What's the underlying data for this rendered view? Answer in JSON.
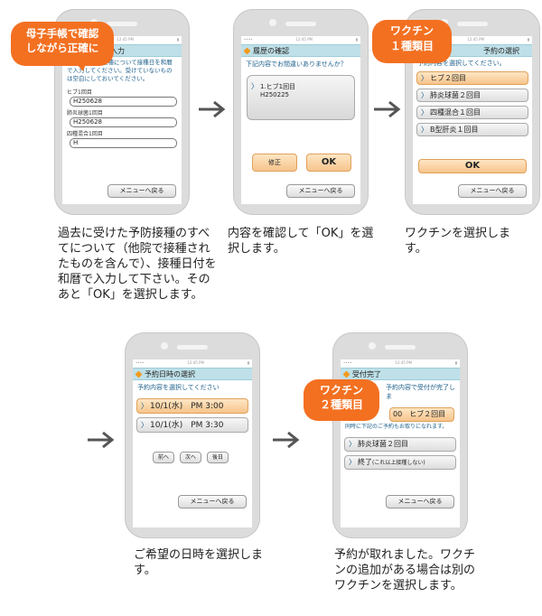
{
  "screens": {
    "s1": {
      "title": "接種履歴の入力",
      "message": "過去に受けた接種について接種日を和暦で入力してください。受けていないものは空白にしておいてください。",
      "fields": [
        {
          "label": "ヒブ1回目",
          "value": "H250628"
        },
        {
          "label": "肺炎球菌1回目",
          "value": "H250628"
        },
        {
          "label": "四種混合1回目",
          "value": "H"
        }
      ],
      "back": "メニューへ戻る"
    },
    "s2": {
      "title": "履歴の確認",
      "message": "下記内容でお間違いありませんか？",
      "summary_line1": "1.ヒブ1回目",
      "summary_line2": "H250225",
      "fix": "修正",
      "ok": "OK",
      "back": "メニューへ戻る"
    },
    "s3": {
      "title": "予約の選択",
      "message": "予約内容を選択してください。",
      "options": [
        "ヒブ２回目",
        "肺炎球菌２回目",
        "四種混合１回目",
        "B型肝炎１回目"
      ],
      "ok": "OK",
      "back": "メニューへ戻る"
    },
    "s4": {
      "title": "予約日時の選択",
      "message": "予約内容を選択してください",
      "slots": [
        "10/1(水)　PM 3:00",
        "10/1(水)　PM 3:30"
      ],
      "prev": "前へ",
      "next": "次へ",
      "later": "後日",
      "back": "メニューへ戻る"
    },
    "s5": {
      "title": "受付完了",
      "message": "予約内容で受付が完了しま",
      "reserved": "ヒブ２回目",
      "reserved_time": "00",
      "note": "同時に下記のご予約もお取りになれます。",
      "options": [
        "肺炎球菌２回目",
        "終了"
      ],
      "end_note": "(これ以上接種しない)",
      "back": "メニューへ戻る"
    }
  },
  "bubbles": {
    "b1": "母子手帳で確認しながら正確に",
    "b1a": "母子手帳で確認",
    "b1b": "しながら正確に",
    "b2a": "ワクチン",
    "b2b": "１種類目",
    "b3a": "ワクチン",
    "b3b": "２種類目"
  },
  "captions": {
    "c1": "過去に受けた予防接種のすべてについて（他院で接種されたものを含んで）、接種日付を和暦で入力して下さい。そのあと「OK」を選択します。",
    "c2": "内容を確認して「OK」を選択します。",
    "c3": "ワクチンを選択します。",
    "c4": "ご希望の日時を選択します。",
    "c5": "予約が取れました。ワクチンの追加がある場合は別のワクチンを選択します。"
  },
  "status": {
    "time": "12:45 PM"
  },
  "colors": {
    "accent": "#f37021",
    "title_bg": "#bfe0e8",
    "text_blue": "#1b5e8a"
  }
}
